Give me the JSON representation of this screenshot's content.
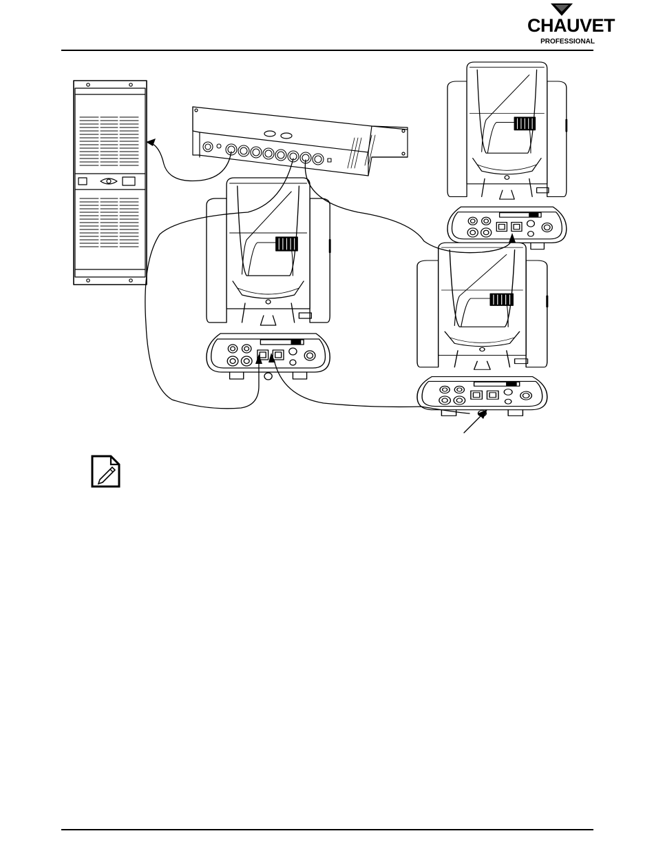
{
  "header": {
    "brand_name": "CHAUVET",
    "brand_sub": "PROFESSIONAL"
  },
  "diagram": {
    "components": [
      "controller-rack-unit",
      "dmx-splitter",
      "moving-head-fixture",
      "moving-head-fixture",
      "moving-head-fixture"
    ]
  },
  "note": {
    "icon": "note-icon"
  },
  "colors": {
    "ink": "#000000",
    "paper": "#ffffff"
  }
}
